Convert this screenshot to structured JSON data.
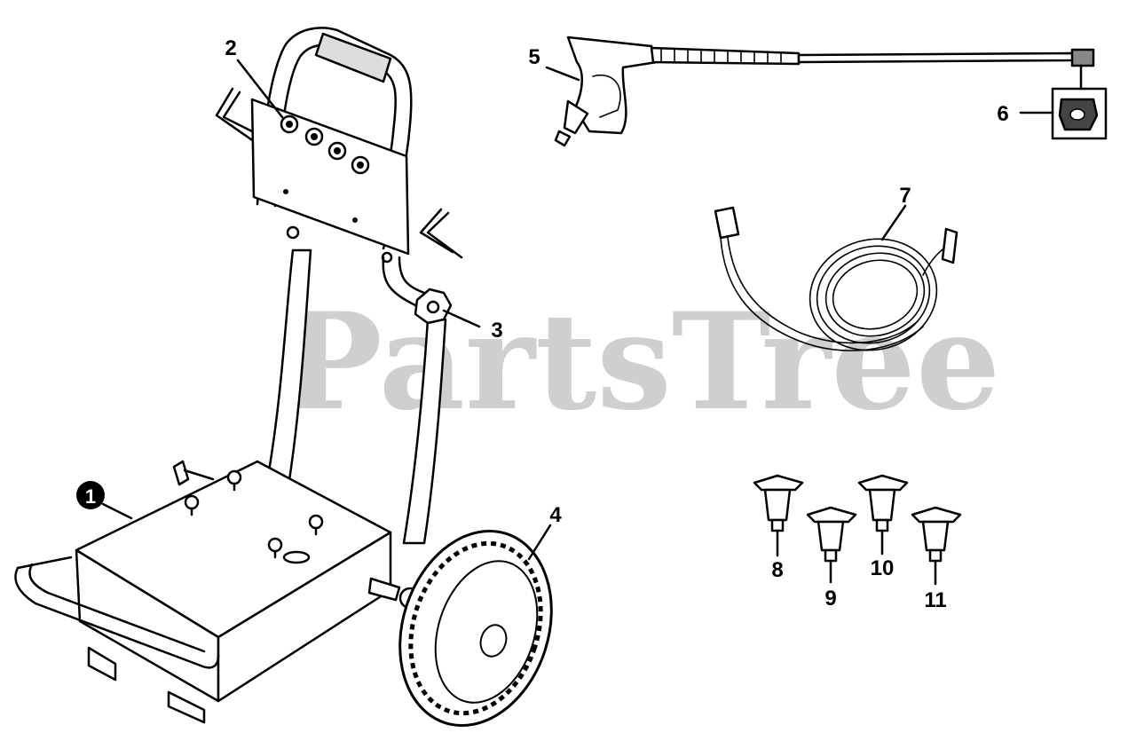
{
  "watermark": "PartsTree",
  "callouts": {
    "c1": "1",
    "c2": "2",
    "c3": "3",
    "c4": "4",
    "c5": "5",
    "c6": "6",
    "c7": "7",
    "c8": "8",
    "c9": "9",
    "c10": "10",
    "c11": "11"
  },
  "icons": {
    "callout_1_style": "filled-circle-marker"
  }
}
